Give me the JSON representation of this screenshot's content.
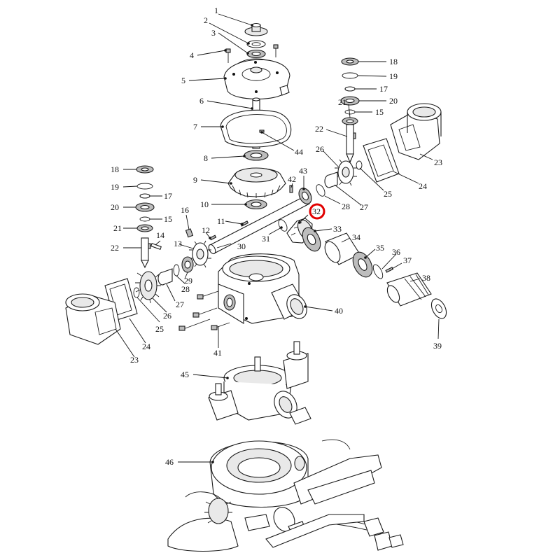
{
  "diagram": {
    "highlight_color": "#e00000",
    "highlighted_callout": "32",
    "callouts": {
      "c1": "1",
      "c2": "2",
      "c3": "3",
      "c4": "4",
      "c5": "5",
      "c6": "6",
      "c7": "7",
      "c8": "8",
      "c9": "9",
      "c10": "10",
      "c11": "11",
      "c12": "12",
      "c13": "13",
      "c14": "14",
      "c15a": "15",
      "c15b": "15",
      "c16": "16",
      "c17a": "17",
      "c17b": "17",
      "c18a": "18",
      "c18b": "18",
      "c19a": "19",
      "c19b": "19",
      "c20a": "20",
      "c20b": "20",
      "c21a": "21",
      "c21b": "21",
      "c22a": "22",
      "c22b": "22",
      "c23a": "23",
      "c23b": "23",
      "c24a": "24",
      "c24b": "24",
      "c25a": "25",
      "c25b": "25",
      "c26a": "26",
      "c26b": "26",
      "c27a": "27",
      "c27b": "27",
      "c28a": "28",
      "c28b": "28",
      "c29": "29",
      "c30": "30",
      "c31": "31",
      "c32": "32",
      "c33": "33",
      "c34": "34",
      "c35": "35",
      "c36": "36",
      "c37": "37",
      "c38": "38",
      "c39": "39",
      "c40": "40",
      "c41": "41",
      "c42": "42",
      "c43": "43",
      "c44": "44",
      "c45": "45",
      "c46": "46"
    }
  }
}
